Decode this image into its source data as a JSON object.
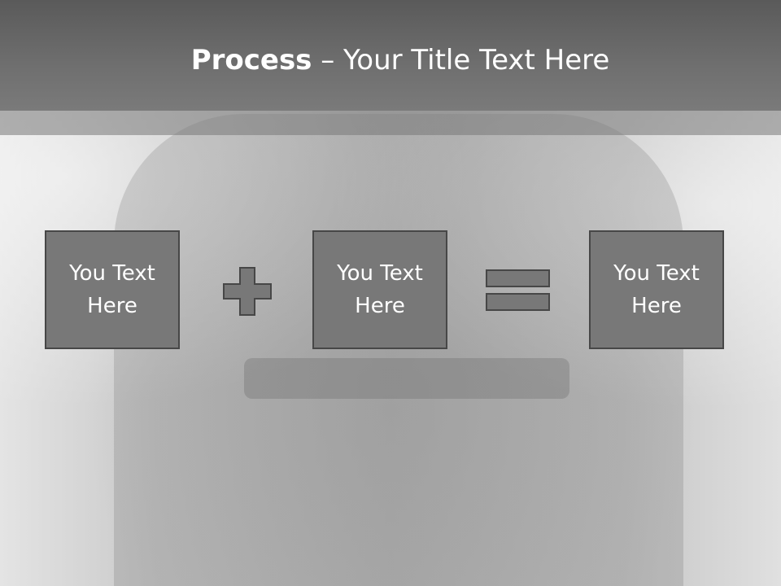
{
  "slide": {
    "title_bold": "Process",
    "title_rest": " – Your Title Text Here"
  },
  "process": {
    "boxes": [
      {
        "line1": "You Text",
        "line2": "Here"
      },
      {
        "line1": "You Text",
        "line2": "Here"
      },
      {
        "line1": "You Text",
        "line2": "Here"
      }
    ],
    "operators": [
      "plus-icon",
      "equals-icon"
    ]
  },
  "colors": {
    "title_bar": "#6f6f6f",
    "box_fill": "#787878",
    "box_border": "#474747",
    "text": "#ffffff"
  }
}
